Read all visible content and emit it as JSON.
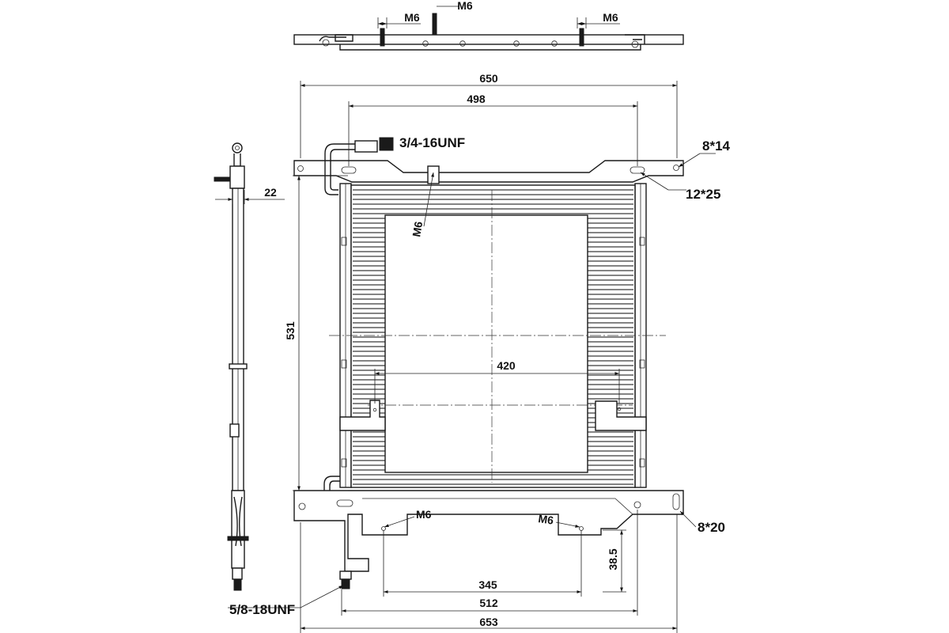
{
  "drawing": {
    "top_view": {
      "thread_left": "M6",
      "thread_center": "M6",
      "thread_right": "M6"
    },
    "front_view": {
      "width_overall_top": "650",
      "width_inner_top": "498",
      "inlet_fitting": "3/4-16UNF",
      "slot_top_right": "8*14",
      "slot_top_right_inner": "12*25",
      "tab_thread": "M6",
      "height": "531",
      "bracket_span": "420",
      "lower_thread_left": "M6",
      "lower_thread_right": "M6",
      "slot_bottom_right": "8*20",
      "lower_offset": "38.5",
      "hole_span": "345",
      "lower_span": "512",
      "width_overall_bottom": "653",
      "outlet_fitting": "5/8-18UNF"
    },
    "side_view": {
      "thickness": "22"
    }
  }
}
